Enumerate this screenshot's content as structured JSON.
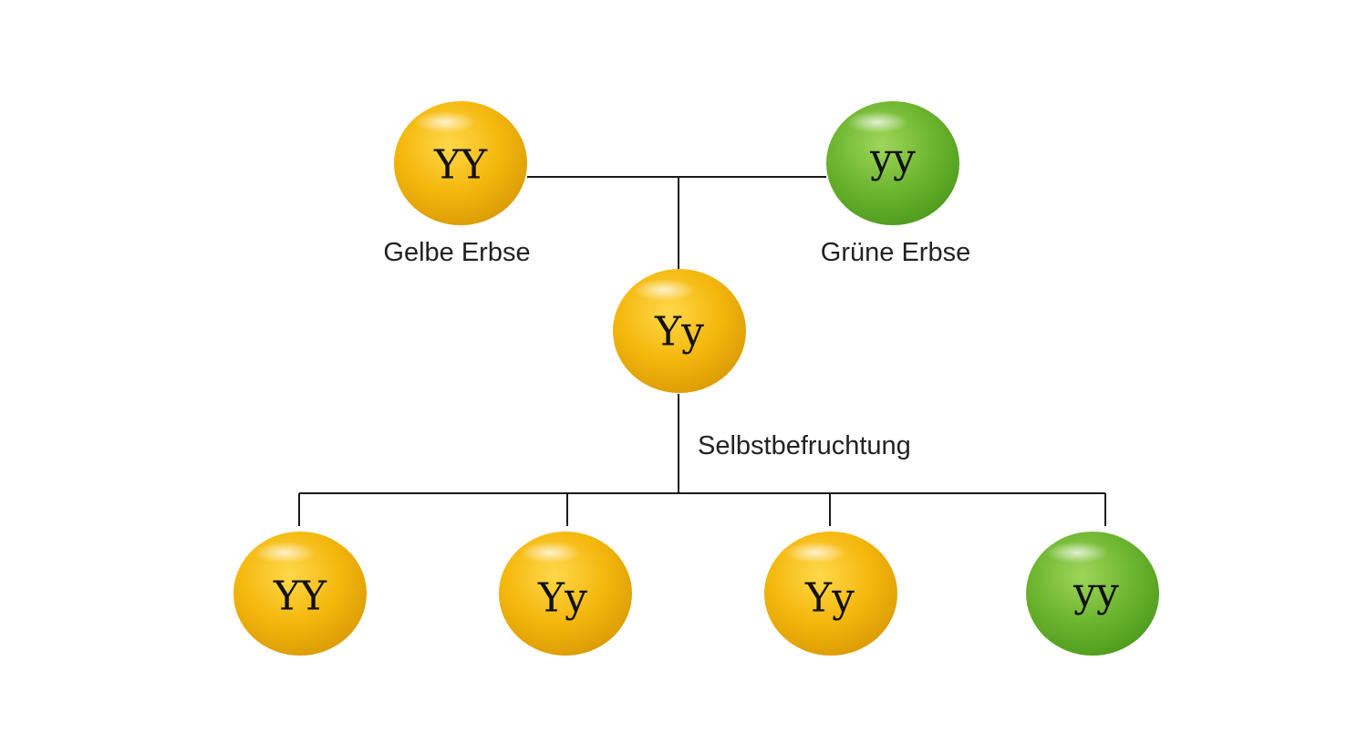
{
  "colors": {
    "yellow": "#f4b70c",
    "green": "#6cb52f",
    "line": "#1a1a1a"
  },
  "parents": {
    "left": {
      "genotype": "YY",
      "color": "yellow",
      "label": "Gelbe Erbse"
    },
    "right": {
      "genotype": "yy",
      "color": "green",
      "label": "Grüne Erbse"
    }
  },
  "f1": {
    "genotype": "Yy",
    "color": "yellow"
  },
  "process_label": "Selbstbefruchtung",
  "f2": [
    {
      "genotype": "YY",
      "color": "yellow"
    },
    {
      "genotype": "Yy",
      "color": "yellow"
    },
    {
      "genotype": "Yy",
      "color": "yellow"
    },
    {
      "genotype": "yy",
      "color": "green"
    }
  ]
}
